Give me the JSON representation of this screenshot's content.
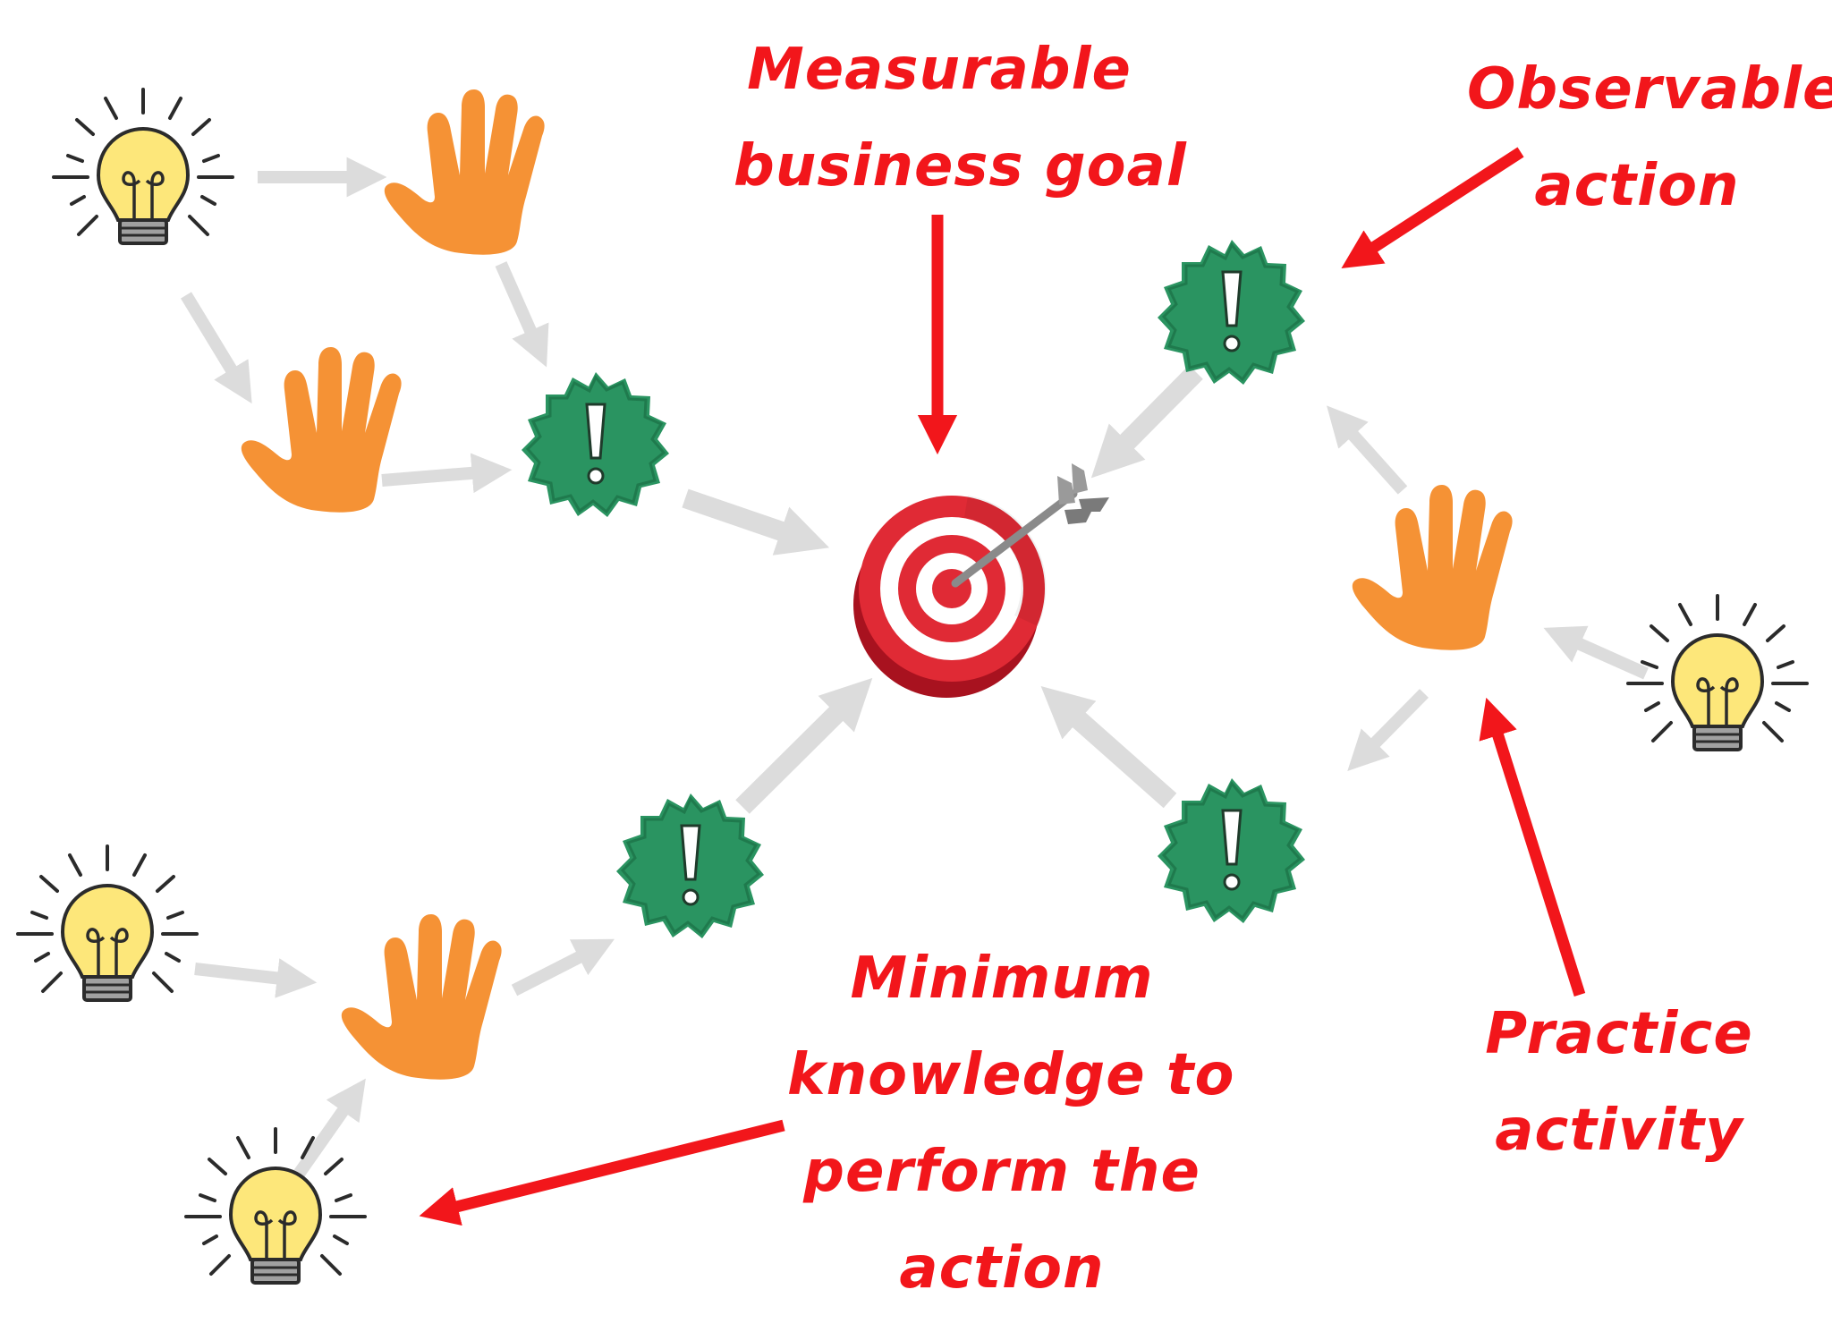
{
  "labels": {
    "goal": {
      "line1": "Measurable",
      "line2": "business goal"
    },
    "observable": {
      "line1": "Observable",
      "line2": "action"
    },
    "minimum": {
      "line1": "Minimum",
      "line2": "knowledge to",
      "line3": "perform the",
      "line4": "action"
    },
    "practice": {
      "line1": "Practice",
      "line2": "activity"
    }
  },
  "icons": {
    "target": "target-with-arrow-icon",
    "action": "exclamation-badge-icon",
    "practice": "hand-icon",
    "knowledge": "light-bulb-icon"
  },
  "colors": {
    "annotation": "#f2161b",
    "connector": "#dcdcdc",
    "badge": "#2a9461",
    "hand": "#f59235",
    "bulb": "#fde77a",
    "target": "#e02a35"
  }
}
